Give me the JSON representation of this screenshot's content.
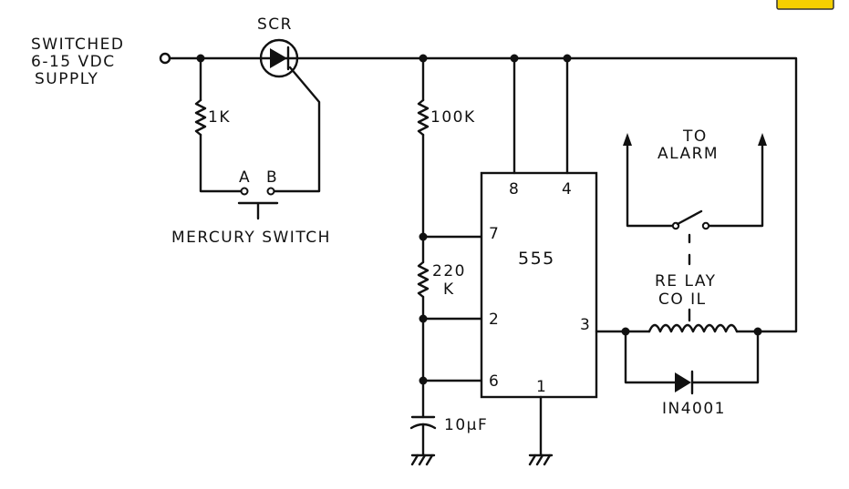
{
  "labels": {
    "supply_line1": "SWITCHED",
    "supply_line2": "6-15 VDC",
    "supply_line3": "SUPPLY",
    "scr": "SCR",
    "r1": "1K",
    "switch_a": "A",
    "switch_b": "B",
    "mercury_switch": "MERCURY SWITCH",
    "r2": "100K",
    "r3_line1": "220",
    "r3_line2": "K",
    "cap": "10μF",
    "ic": "555",
    "pin8": "8",
    "pin4": "4",
    "pin7": "7",
    "pin2": "2",
    "pin6": "6",
    "pin3": "3",
    "pin1": "1",
    "alarm_line1": "TO",
    "alarm_line2": "ALARM",
    "relay_line1": "RE LAY",
    "relay_line2": "CO IL",
    "diode": "IN4001"
  }
}
